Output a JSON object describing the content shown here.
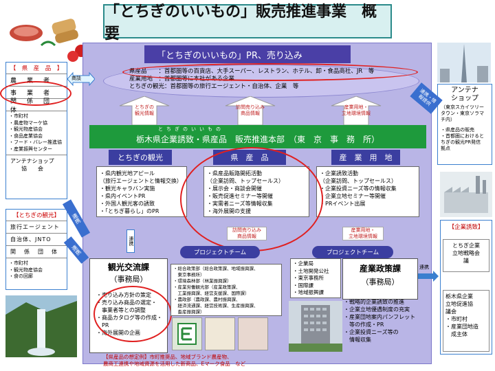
{
  "title": "「とちぎのいいもの」販売推進事業　概要",
  "pr_banner": "「とちぎのいいもの」PR、売り込み",
  "oval_lines": [
    "県産品　　：首都圏等の百貨店、大手スーパー、レストラン、ホテル、卸・食品商社、JR　等",
    "産業用地　：首都圏等に本社がある企業",
    "とちぎの観光：首都圏等の旅行エージェント・自治体、企業　等"
  ],
  "shodan_label": "商談",
  "arrow_labels": [
    "とちぎの\n観光情報",
    "訪問売り込み\n商品情報",
    "産業用地・\n立地環境情報"
  ],
  "hq": {
    "reading": "とちぎのいいもの",
    "name": "栃木県企業誘致・県産品　販売推進本部　（東　京　事　務　所）"
  },
  "columns": [
    {
      "head": "とちぎの観光",
      "items": [
        "・県内観光地アピール",
        "（旅行エージェントと情報交換）",
        "・観光キャラバン実施",
        "・県内イベントPR",
        "・外国人観光客の誘致",
        "・「とちぎ暮らし」のPR"
      ]
    },
    {
      "head": "県　産　品",
      "items": [
        "・県産品販路開拓活動",
        "（企業訪問、トップセールス）",
        "・展示会・商談会開催",
        "・販売促進セミナー等開催",
        "・実需者ニーズ等情報収集",
        "・海外展開の支援"
      ]
    },
    {
      "head": "産　業　用　地",
      "items": [
        "・企業誘致活動",
        "（企業訪問、トップセールス）",
        "・企業投資ニーズ等の情報収集",
        "・企業立地セミナー等開催",
        "・PRイベント出展"
      ]
    }
  ],
  "mid_arrows": [
    "訪問売り込み\n商品情報",
    "産業用地・\n立地環境情報"
  ],
  "project_team": "プロジェクトチーム",
  "renkei": "連携",
  "left_panel": {
    "head": "【　県　産　品　】",
    "rows": [
      "農　業　者",
      "事　業　者",
      "関　係　団　体"
    ],
    "list": [
      "・市町村",
      "・農産物マーケ協",
      "・観光物産協会",
      "・食品産業協会",
      "・フード・バレー推進協",
      "・産業振興センター"
    ],
    "foot": [
      "アンテナショップ",
      "　　協　　会"
    ]
  },
  "left_panel2": {
    "head": "【とちぎの観光】",
    "rows": [
      "旅行エージェント",
      "自治体、JNTO",
      "関　係　団　体"
    ],
    "list": [
      "・市町村",
      "・観光物産協会",
      "・食の回廊"
    ]
  },
  "kanko_div": {
    "name": "観光交流課",
    "sub": "（事務局）",
    "items": [
      "・売り込み方針の策定",
      "・売り込み商品の選定・",
      "　事業者等との調整",
      "・商品カタログ等の作成・",
      "　PR",
      "・海外展開の企画"
    ]
  },
  "noseibu": [
    "・総合政策部（総合政策課、地域振興課、",
    "　東京事務所）",
    "・環境森林部（林業振興課）",
    "・産業労働観光部（産業政策課、",
    "　工業振興課、経営支援課、国際課）",
    "・農政部（農政課、農村振興課、",
    "　経済流通課、経営技術課、生産振興課、",
    "　畜産振興課）"
  ],
  "sangyo_left": [
    "・企業局",
    "・土地開発公社",
    "・東京事務所",
    "・国際課",
    "・地域振興課"
  ],
  "sangyo_div": {
    "name": "産業政策課",
    "sub": "（事務局）",
    "items": [
      "・戦略的企業誘致の推進",
      "・企業立地優遇制度の充実",
      "・産業団地案内パンフレット",
      "　等の作成・PR",
      "・企業投資ニーズ等の",
      "　情報収集"
    ]
  },
  "antenna": {
    "title": "アンテナ\nショップ",
    "sub": "（東京スカイツリー\nタウン・東京ソラマ\nチ内）",
    "items": [
      "・県産品の販売",
      "・首都圏におけると",
      "ちぎの観光PR発信",
      "拠点"
    ]
  },
  "renkei_jouhou": "連携・情\n報提供",
  "kigyo_yuchi": {
    "head": "【企業誘致】",
    "box1": [
      "とちぎ企業",
      "立地戦略会",
      "議"
    ],
    "box2": [
      "栃木県企業",
      "立地促進協",
      "議会",
      "・市町村",
      "・産業団地造",
      "　成主体"
    ]
  },
  "footnote": [
    "【県産品の想定例】市町推奨品、地域ブランド農産物、",
    "農商工連携や地域資源を活用した新商品、Eマーク食品　など"
  ],
  "colors": {
    "title_bg": "#d8f0f0",
    "panel": "#b9b5e6",
    "header": "#3b3ea0",
    "green": "#1e9a3c",
    "red": "#e02020"
  }
}
